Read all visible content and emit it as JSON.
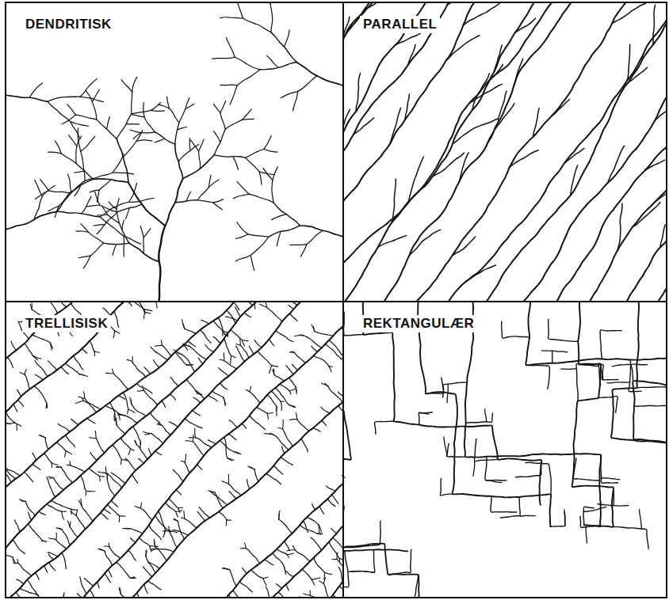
{
  "diagram": {
    "nodes": [
      {
        "text": [
          "DENDRITISK"
        ]
      },
      {
        "text": [
          "PARALLEL"
        ]
      },
      {
        "text": [
          "TRELLISISK"
        ]
      },
      {
        "text": [
          "REKTANGULÆR"
        ]
      }
    ]
  }
}
